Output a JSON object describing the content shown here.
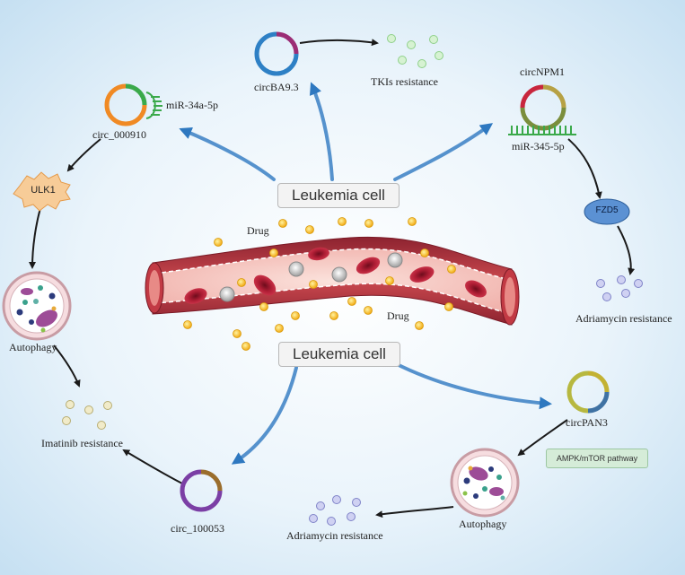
{
  "cell_labels": {
    "top": "Leukemia cell",
    "bottom": "Leukemia cell"
  },
  "drug_labels": {
    "left": "Drug",
    "right": "Drug"
  },
  "circrnas": {
    "circBA9_3": "circBA9.3",
    "circ_000910": "circ_000910",
    "circNPM1": "circNPM1",
    "circPAN3": "circPAN3",
    "circ_100053": "circ_100053"
  },
  "mirnas": {
    "mir_34a": "miR-34a-5p",
    "mir_345": "miR-345-5p"
  },
  "targets": {
    "ulk1": "ULK1",
    "fzd5": "FZD5"
  },
  "pathway": "AMPK/mTOR pathway",
  "processes": {
    "autophagy_left": "Autophagy",
    "autophagy_right": "Autophagy"
  },
  "resistances": {
    "tki": "TKIs resistance",
    "adriamycin_right": "Adriamycin resistance",
    "imatinib": "Imatinib resistance",
    "adriamycin_bottom": "Adriamycin resistance"
  },
  "colors": {
    "background": "#d9ebf7",
    "arrow_blue": "#2e78c0",
    "vessel_wall": "#a8303a",
    "vessel_lumen": "#f4c3bd",
    "red_cell": "#b01e35",
    "drug_dot": "#f5b820",
    "ulk1": "#f7cc98",
    "fzd5": "#5b91d3",
    "pathway_box": "#d5ecd8"
  }
}
